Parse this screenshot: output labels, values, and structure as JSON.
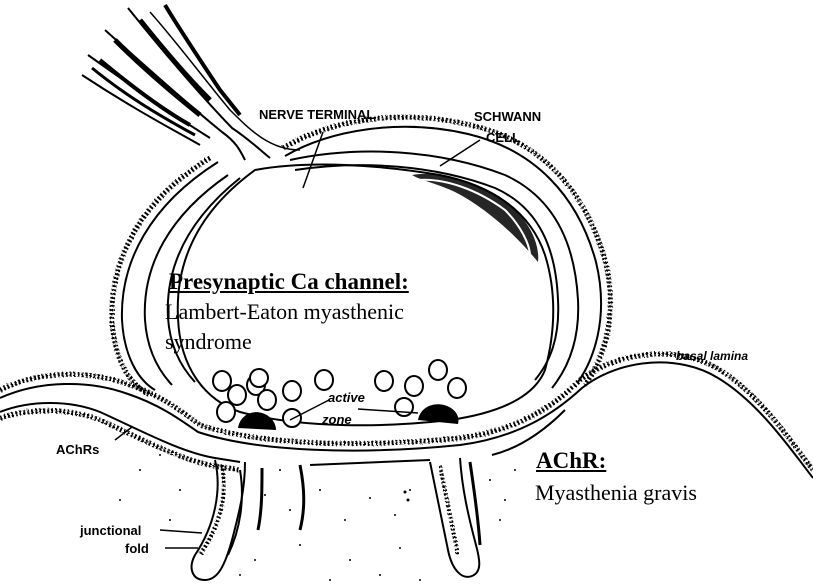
{
  "labels": {
    "nerve_terminal": "NERVE TERMINAL",
    "schwann_line1": "SCHWANN",
    "schwann_line2": "CELL",
    "presynaptic_heading": "Presynaptic Ca channel:",
    "presynaptic_line1": "Lambert-Eaton myasthenic",
    "presynaptic_line2": "syndrome",
    "basal_lamina": "basal lamina",
    "active_line1": "active",
    "active_line2": "zone",
    "achrs": "AChRs",
    "achr_heading": "AChR:",
    "achr_disease": "Myasthenia gravis",
    "junctional_line1": "junctional",
    "junctional_line2": "fold"
  },
  "colors": {
    "ink": "#000000",
    "background": "#ffffff"
  }
}
